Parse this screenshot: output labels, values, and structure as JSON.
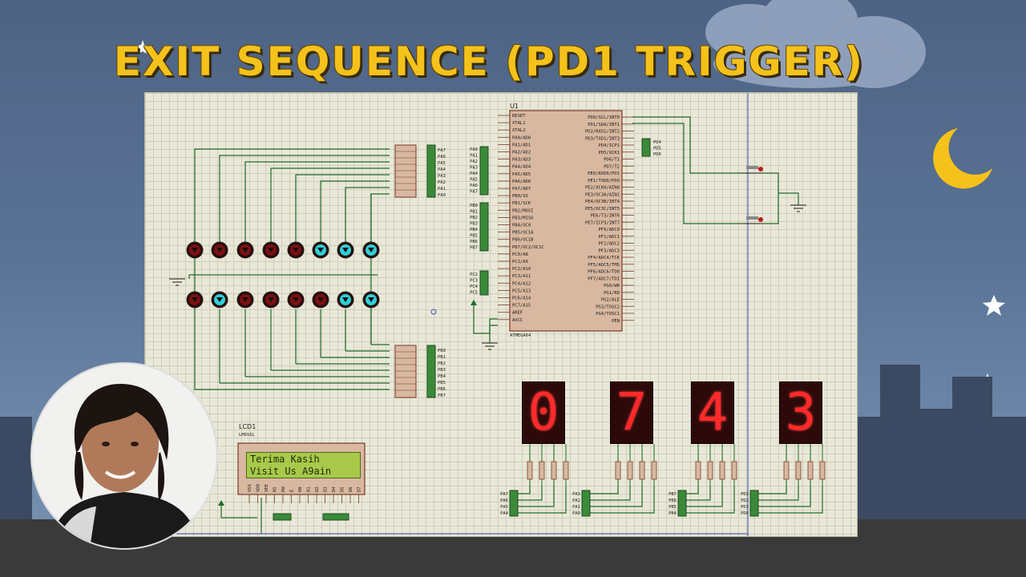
{
  "video_title": "EXIT SEQUENCE (PD1 TRIGGER)",
  "mcu": {
    "ref": "U1",
    "part": "ATMEGA64",
    "left_pins": [
      "RESET",
      "XTAL1",
      "XTAL2",
      "PA0/AD0",
      "PA1/AD1",
      "PA2/AD2",
      "PA3/AD3",
      "PA4/AD4",
      "PA5/AD5",
      "PA6/AD6",
      "PA7/AD7",
      "PB0/SS",
      "PB1/SCK",
      "PB2/MOSI",
      "PB3/MISO",
      "PB4/OC0",
      "PB5/OC1A",
      "PB6/OC1B",
      "PB7/OC2/OC1C",
      "PC0/A8",
      "PC1/A9",
      "PC2/A10",
      "PC3/A11",
      "PC4/A12",
      "PC5/A13",
      "PC6/A14",
      "PC7/A15",
      "AREF",
      "AVCC"
    ],
    "right_pins": [
      "PD0/SCL/INT0",
      "PD1/SDA/INT1",
      "PD2/RXD1/INT2",
      "PD3/TXD1/INT3",
      "PD4/ICP1",
      "PD5/XCK1",
      "PD6/T1",
      "PD7/T2",
      "PE0/RXD0/PDI",
      "PE1/TXD0/PDO",
      "PE2/XCK0/AIN0",
      "PE3/OC3A/AIN1",
      "PE4/OC3B/INT4",
      "PE5/OC3C/INT5",
      "PE6/T3/INT6",
      "PE7/ICP3/INT7",
      "PF0/ADC0",
      "PF1/ADC1",
      "PF2/ADC2",
      "PF3/ADC3",
      "PF4/ADC4/TCK",
      "PF5/ADC5/TMS",
      "PF6/ADC6/TDO",
      "PF7/ADC7/TDI",
      "PG0/WR",
      "PG1/RD",
      "PG2/ALE",
      "PG3/TOSC2",
      "PG4/TOSC1",
      "PEN"
    ]
  },
  "ports": {
    "pa_top": [
      "PA7",
      "PA6",
      "PA5",
      "PA4",
      "PA3",
      "PA2",
      "PA1",
      "PA0"
    ],
    "pb_bottom": [
      "PB0",
      "PB1",
      "PB2",
      "PB3",
      "PB4",
      "PB5",
      "PB6",
      "PB7"
    ],
    "pa_mcu": [
      "PA0",
      "PA1",
      "PA2",
      "PA3",
      "PA4",
      "PA5",
      "PA6",
      "PA7"
    ],
    "pb_mcu": [
      "PB0",
      "PB1",
      "PB2",
      "PB3",
      "PB4",
      "PB5",
      "PB6",
      "PB7"
    ],
    "pc_mcu": [
      "PC2",
      "PC3",
      "PC4",
      "PC5"
    ],
    "pd_mcu": [
      "PD4",
      "PD5",
      "PD6"
    ]
  },
  "lcd": {
    "ref": "LCD1",
    "part": "LM016L",
    "line1": "Terima Kasih",
    "line2": "Visit Us A9ain",
    "pins": [
      "VSS",
      "VDD",
      "VEE",
      "RS",
      "RW",
      "E",
      "D0",
      "D1",
      "D2",
      "D3",
      "D4",
      "D5",
      "D6",
      "D7"
    ]
  },
  "seven_segment": {
    "digits": [
      "0",
      "7",
      "4",
      "3"
    ],
    "connectors": [
      [
        "PA7",
        "PA6",
        "PA5",
        "PA4"
      ],
      [
        "PA3",
        "PA2",
        "PA1",
        "PA0"
      ],
      [
        "PB7",
        "PB6",
        "PB5",
        "PB4"
      ],
      [
        "PD3",
        "PD2",
        "PD1",
        "PD0"
      ]
    ]
  },
  "leds": {
    "top_row": [
      "red",
      "red",
      "red",
      "red",
      "red",
      "cyan",
      "cyan",
      "cyan"
    ],
    "bottom_row": [
      "red",
      "cyan",
      "red",
      "red",
      "red",
      "red",
      "cyan",
      "cyan"
    ]
  },
  "colors": {
    "title": "#f4c21b",
    "wire": "#1f6b2b",
    "led_red": "#c01818",
    "led_cyan": "#2fd0d8",
    "seg_on": "#ff2a2a",
    "lcd_bg": "#a8c94a"
  }
}
